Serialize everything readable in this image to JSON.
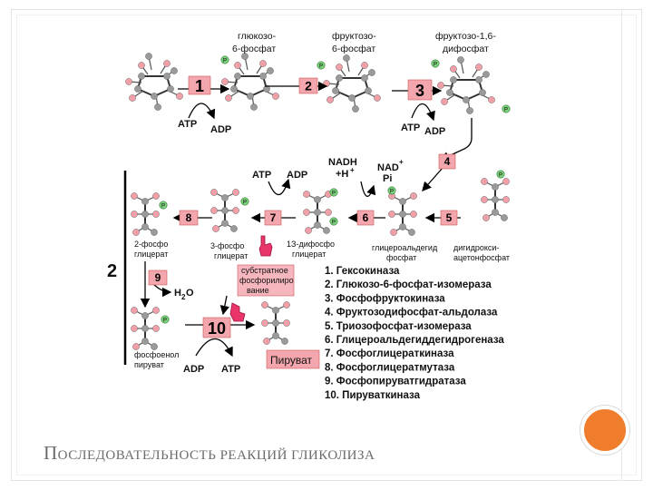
{
  "title_first_letter": "П",
  "title_rest": "ОСЛЕДОВАТЕЛЬНОСТЬ РЕАКЦИЙ ГЛИКОЛИЗА",
  "stage_label": "2",
  "metabolites": {
    "g6p_line1": "глюкозо-",
    "g6p_line2": "6-фосфат",
    "f6p_line1": "фруктозо-",
    "f6p_line2": "6-фосфат",
    "f16bp_line1": "фруктозо-1,6-",
    "f16bp_line2": "дифосфат",
    "pg2_line1": "2-фосфо",
    "pg2_line2": "глицерат",
    "pg3_line1": "3-фосфо",
    "pg3_line2": "глицерат",
    "bpg13_line1": "1З-дифосфо",
    "bpg13_line2": "глицерат",
    "gap_line1": "глицероальдегид",
    "gap_line2": "фосфат",
    "dhap_line1": "дигидрокси-",
    "dhap_line2": "ацетонфосфат",
    "pep_line1": "фосфоенол",
    "pep_line2": "пируват",
    "pyruvate": "Пируват"
  },
  "cofactors": {
    "atp": "ATP",
    "adp": "ADP",
    "nadh": "NADH",
    "h_plus": "+H",
    "plus_sign": "+",
    "nad": "NAD",
    "pi": "Pi",
    "h2o_h": "H",
    "h2o_2": "2",
    "h2o_o": "O"
  },
  "substrate_box": {
    "line1": "субстратное",
    "line2": "фосфорилиро",
    "line3": "вание"
  },
  "step_numbers": [
    "1",
    "2",
    "3",
    "4",
    "5",
    "6",
    "7",
    "8",
    "9",
    "10"
  ],
  "enzymes": [
    "1. Гексокиназа",
    "2. Глюкозо-6-фосфат-изомераза",
    "3. Фосфофруктокиназа",
    "4. Фруктозодифосфат-альдолаза",
    "5. Триозофосфат-изомераза",
    "6. Глицероальдегиддегидрогеназа",
    "7. Фосфоглицераткиназа",
    "8. Фосфоглицератмутаза",
    "9. Фосфопируватгидратаза",
    "10. Пируваткиназа"
  ],
  "phosphate_letter": "P",
  "colors": {
    "step_box": "#f3a6ad",
    "substrate_box": "#f6b6bd",
    "pyruvate_box": "#f3a6ad",
    "phosphate_green": "#7fd27f",
    "atom_pink": "#f2a0a8",
    "atom_gray": "#9a9a9a",
    "title_gray": "#6b6b6b",
    "accent_orange": "#f07d2c"
  },
  "icons": [
    "hand-pointer-icon",
    "hand-pointer-icon"
  ]
}
